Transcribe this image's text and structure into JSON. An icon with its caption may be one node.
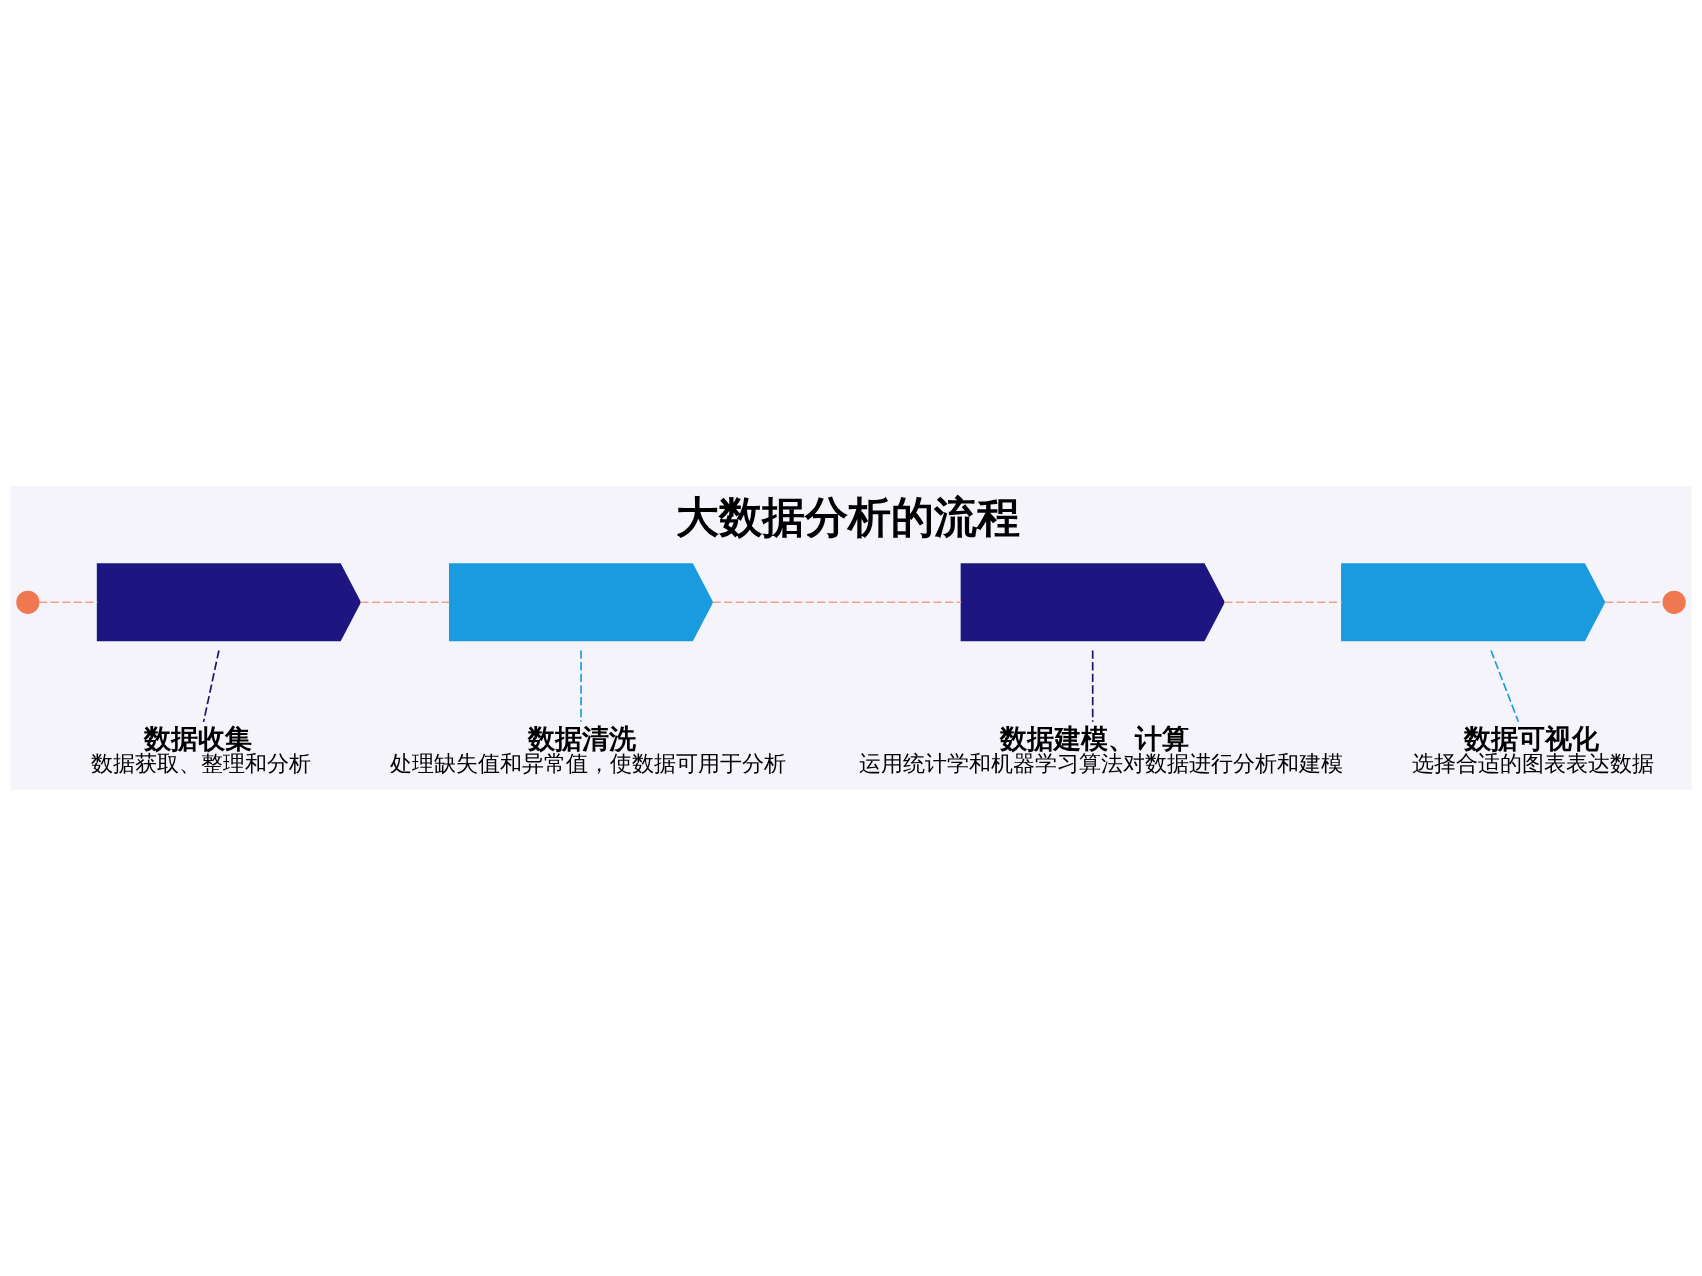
{
  "diagram": {
    "title": "大数据分析的流程",
    "nodes": [
      {
        "text": [],
        "shape": "circle"
      },
      {
        "text": [],
        "shape": "chevron"
      },
      {
        "text": [],
        "shape": "chevron"
      },
      {
        "text": [],
        "shape": "chevron"
      },
      {
        "text": [],
        "shape": "chevron"
      },
      {
        "text": [],
        "shape": "circle"
      },
      {
        "text": [
          "数据收集",
          "数据获取、整理和分析"
        ]
      },
      {
        "text": [
          "数据清洗",
          "处理缺失值和异常值，使数据可用于分析"
        ]
      },
      {
        "text": [
          "数据建模、计算",
          "运用统计学和机器学习算法对数据进行分析和建模"
        ]
      },
      {
        "text": [
          "数据可视化",
          "选择合适的图表表达数据"
        ]
      }
    ],
    "edges": [
      {
        "from": 0,
        "to": 1,
        "arrow": "none",
        "style": "dashed",
        "color": "#f0a090"
      },
      {
        "from": 1,
        "to": 2,
        "arrow": "none",
        "style": "dashed",
        "color": "#f0a090"
      },
      {
        "from": 2,
        "to": 3,
        "arrow": "none",
        "style": "dashed",
        "color": "#f0a090"
      },
      {
        "from": 3,
        "to": 4,
        "arrow": "none",
        "style": "dashed",
        "color": "#f0a090"
      },
      {
        "from": 4,
        "to": 5,
        "arrow": "none",
        "style": "dashed",
        "color": "#f0a090"
      },
      {
        "from": 1,
        "to": 6,
        "arrow": "none",
        "style": "dashed",
        "color": "#1a1070"
      },
      {
        "from": 2,
        "to": 7,
        "arrow": "none",
        "style": "dashed",
        "color": "#1a9be0"
      },
      {
        "from": 3,
        "to": 8,
        "arrow": "none",
        "style": "dashed",
        "color": "#1a1070"
      },
      {
        "from": 4,
        "to": 9,
        "arrow": "none",
        "style": "dashed",
        "color": "#1a9be0"
      }
    ]
  }
}
